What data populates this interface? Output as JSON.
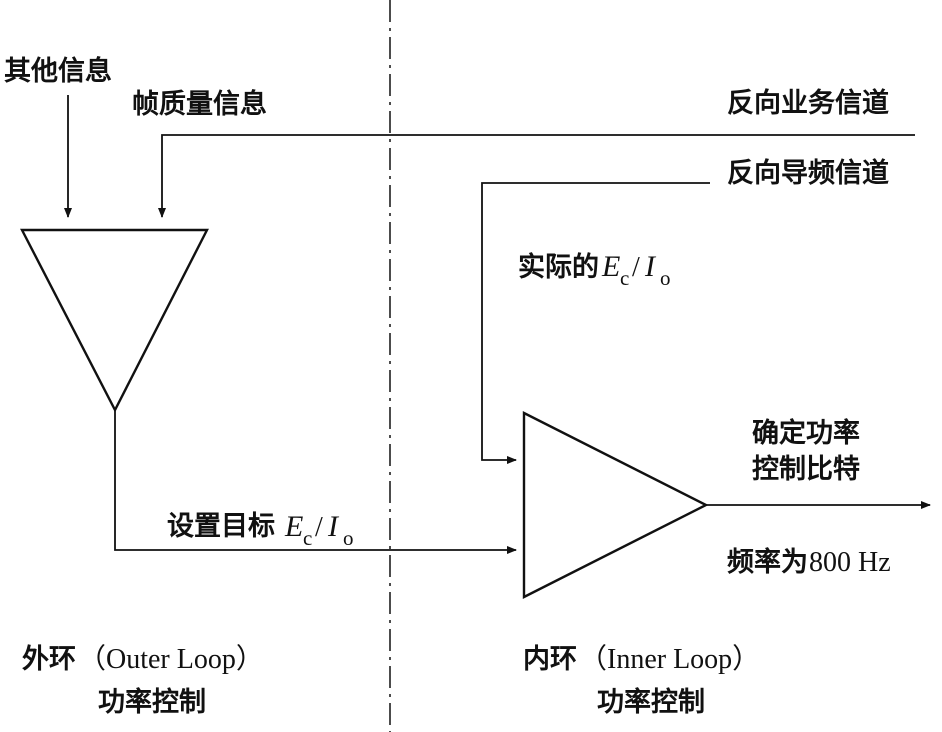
{
  "outer": {
    "input_other": "其他信息",
    "input_frame_quality": "帧质量信息",
    "target_prefix": "设置目标",
    "caption_line1_cjk": "外环",
    "caption_line1_latin": "（Outer Loop）",
    "caption_line2": "功率控制"
  },
  "inner": {
    "reverse_traffic": "反向业务信道",
    "reverse_pilot": "反向导频信道",
    "actual_prefix": "实际的",
    "output_line1": "确定功率",
    "output_line2": "控制比特",
    "rate_prefix": "频率为",
    "rate_value": "800 Hz",
    "caption_line1_cjk": "内环",
    "caption_line1_latin": "（Inner Loop）",
    "caption_line2": "功率控制"
  },
  "ratio": {
    "E": "E",
    "c": "c",
    "slash": "/",
    "I": "I",
    "o": "o"
  }
}
